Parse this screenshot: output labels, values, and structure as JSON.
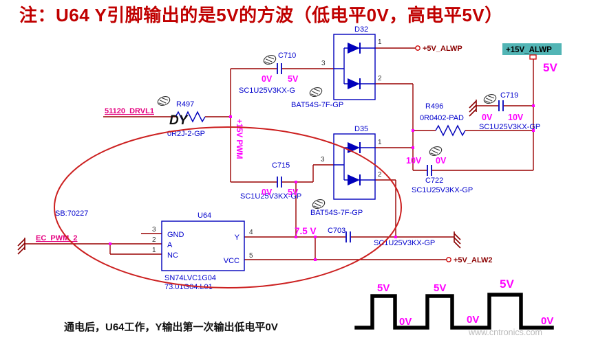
{
  "title": "注：U64 Y引脚输出的是5V的方波（低电平0V，高电平5V）",
  "footer_note": "通电后，U64工作，Y输出第一次输出低电平0V",
  "watermark": "www.cntronics.com",
  "colors": {
    "wire": "#990000",
    "component": "#0000bb",
    "voltage_annotation": "#ff00ff",
    "net_label": "#e4007f",
    "title": "#c00000",
    "highlight": "#52b5b5",
    "ellipse": "#cc2020"
  },
  "power_ports": {
    "alwp5": "+5V_ALWP",
    "alwp15": "+15V_ALWP",
    "alwp15_voltage": "5V",
    "alw2": "+5V_ALW2"
  },
  "net_labels": {
    "drvl1": "51120_DRVL1",
    "ec_pwm2": "EC_PWM_2",
    "pwm15": "+15V PWM"
  },
  "annotations": {
    "dy": "DY",
    "sb": "SB:70227",
    "y_voltage": "7.5 V"
  },
  "components": {
    "r497": {
      "ref": "R497",
      "value": "0R2J-2-GP"
    },
    "r496": {
      "ref": "R496",
      "value": "0R0402-PAD"
    },
    "c710": {
      "ref": "C710",
      "value": "SC1U25V3KX-G",
      "left_v": "0V",
      "right_v": "5V"
    },
    "c715": {
      "ref": "C715",
      "value": "SC1U25V3KX-GP",
      "left_v": "0V",
      "right_v": "5V"
    },
    "c719": {
      "ref": "C719",
      "value": "SC1U25V3KX-GP",
      "left_v": "0V",
      "right_v": "10V"
    },
    "c722": {
      "ref": "C722",
      "value": "SC1U25V3KX-GP",
      "left_v": "10V",
      "right_v": "0V"
    },
    "c703": {
      "ref": "C703",
      "value": "SC1U25V3KX-GP"
    },
    "d32": {
      "ref": "D32",
      "value": "BAT54S-7F-GP",
      "pin1": "1",
      "pin2": "2",
      "pin3": "3"
    },
    "d35": {
      "ref": "D35",
      "value": "BAT54S-7F-GP",
      "pin1": "1",
      "pin2": "2",
      "pin3": "3"
    },
    "u64": {
      "ref": "U64",
      "part": "SN74LVC1G04",
      "part2": "73.01G04.L01",
      "pins": {
        "gnd": "GND",
        "a": "A",
        "nc": "NC",
        "y": "Y",
        "vcc": "VCC"
      },
      "nums": {
        "p1": "1",
        "p2": "2",
        "p3": "3",
        "p4": "4",
        "p5": "5"
      }
    }
  },
  "waveform": {
    "high_labels": [
      "5V",
      "5V",
      "5V"
    ],
    "low_labels": [
      "0V",
      "0V",
      "0V"
    ]
  }
}
